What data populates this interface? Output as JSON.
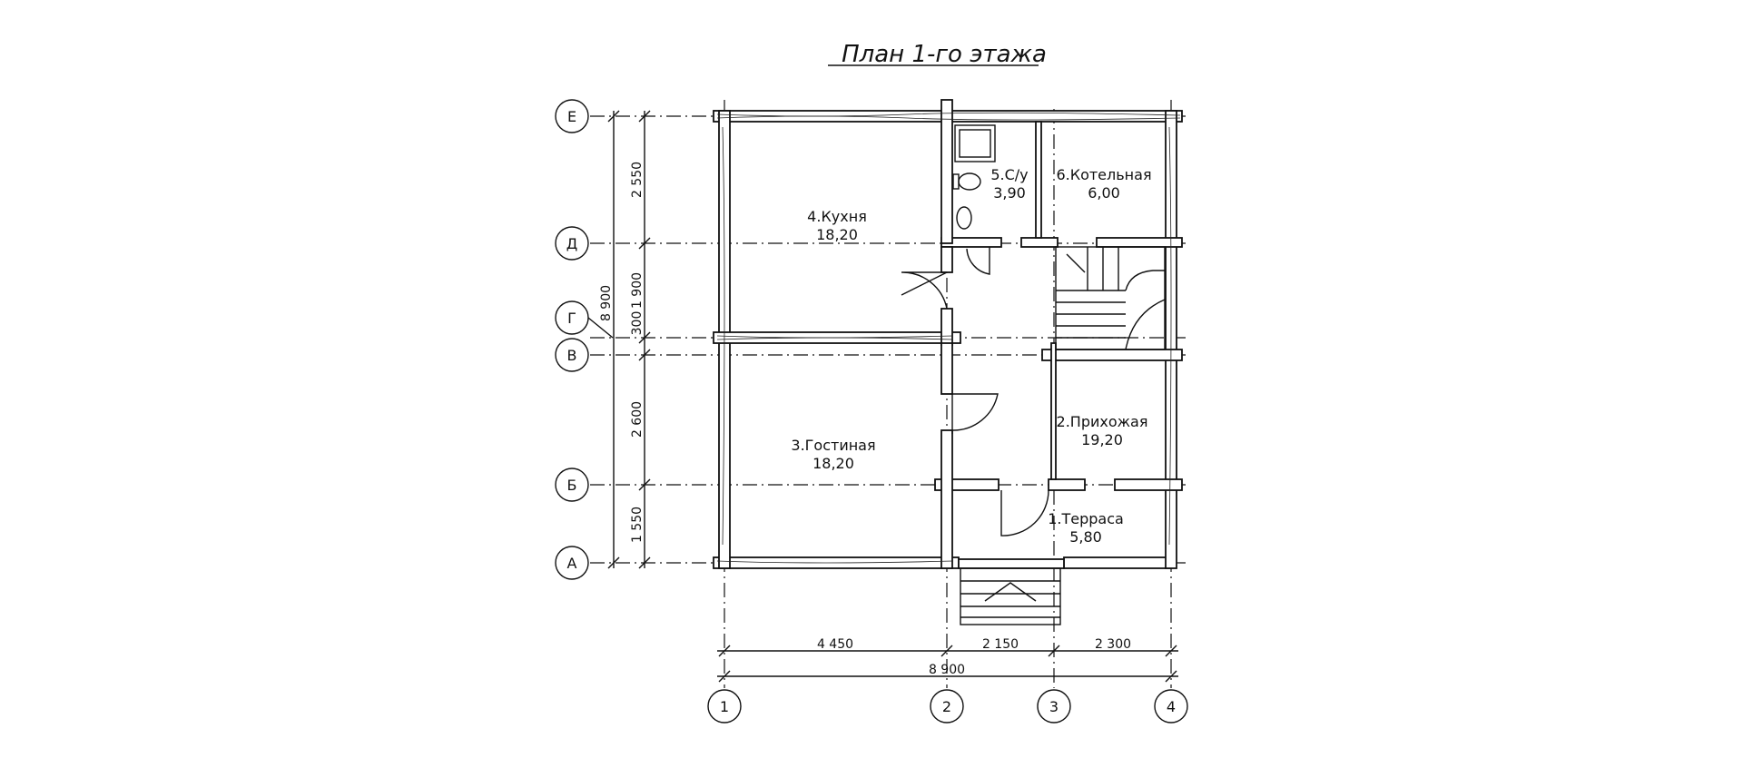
{
  "title": "План 1-го этажа",
  "axes": {
    "rows": [
      "Е",
      "Д",
      "Г",
      "В",
      "Б",
      "А"
    ],
    "cols": [
      "1",
      "2",
      "3",
      "4"
    ]
  },
  "rooms": [
    {
      "name": "4.Кухня",
      "area": "18,20"
    },
    {
      "name": "5.С/у",
      "area": "3,90"
    },
    {
      "name": "6.Котельная",
      "area": "6,00"
    },
    {
      "name": "3.Гостиная",
      "area": "18,20"
    },
    {
      "name": "2.Прихожая",
      "area": "19,20"
    },
    {
      "name": "1.Терраса",
      "area": "5,80"
    }
  ],
  "dims": {
    "bottom": [
      "4 450",
      "2 150",
      "2 300"
    ],
    "bottom_total": "8 900",
    "left": [
      "2 550",
      "1 900",
      "300",
      "2 600",
      "1 550"
    ],
    "left_total": "8 900"
  }
}
